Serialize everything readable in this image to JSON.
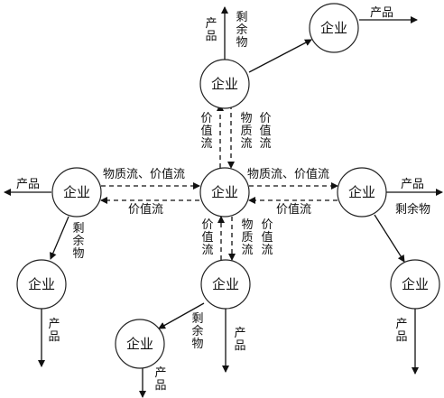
{
  "nodes": {
    "center": "企业",
    "top": "企业",
    "top_right": "企业",
    "left": "企业",
    "bottom_left": "企业",
    "right": "企业",
    "bottom_right": "企业",
    "bottom": "企业",
    "bottom_bottom": "企业"
  },
  "labels": {
    "top_product": "产品",
    "top_surplus": "剩余物",
    "top_right_product": "产品",
    "top_value_flow": "价值流",
    "top_material_value_flow": "物质流",
    "top_material_value_flow2": "价值流",
    "left_product": "产品",
    "left_flows": "物质流、价值流",
    "left_value_flow": "价值流",
    "left_surplus": "剩余物",
    "right_product": "产品",
    "right_flows": "物质流、价值流",
    "right_value_flow": "价值流",
    "right_surplus": "剩余物",
    "bottom_left_product": "产品",
    "bottom_right_product": "产品",
    "bottom_value_flow": "价值流",
    "bottom_material_flow": "物质流",
    "bottom_material_flow2": "价值流",
    "bottom_surplus": "剩余物",
    "bottom_product": "产品",
    "bottom_bottom_product": "产品"
  }
}
